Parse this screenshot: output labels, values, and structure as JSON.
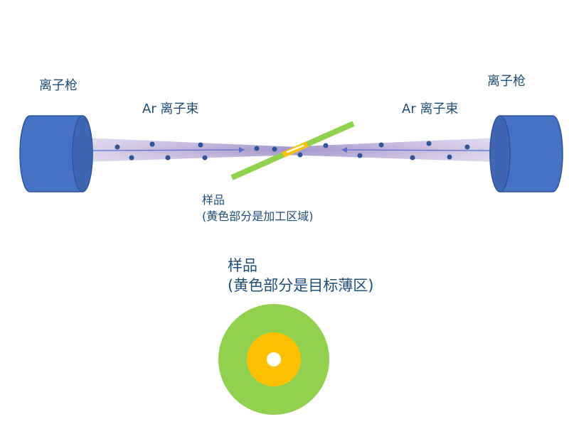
{
  "labels": {
    "gun_left": "离子枪",
    "gun_right": "离子枪",
    "beam_left": "Ar 离子束",
    "beam_right": "Ar 离子束",
    "sample_top": "样品",
    "sample_top_note": "(黄色部分是加工区域)",
    "sample_bottom": "样品",
    "sample_bottom_note": "(黄色部分是目标薄区)"
  },
  "colors": {
    "ion_gun": "#4472c4",
    "ion_gun_edge": "#2f5597",
    "beam": "#b4a7d6",
    "beam_core": "#9c8cc8",
    "ion_particle": "#2f5597",
    "sample_green": "#92d050",
    "sample_yellow": "#ffc000",
    "label_text": "#1f4e79"
  },
  "icons": {
    "ion_gun": "cylinder-shape",
    "ion": "dot-shape",
    "direction": "arrow-right"
  }
}
